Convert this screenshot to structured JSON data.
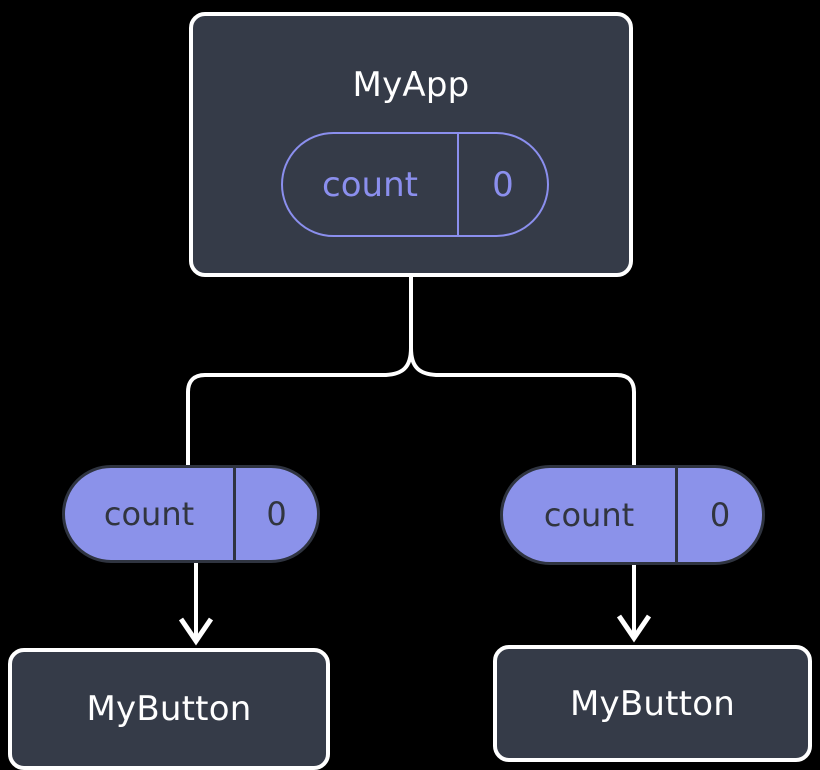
{
  "diagram": {
    "type": "component-tree",
    "background_color": "#000000",
    "colors": {
      "node_fill": "#353b48",
      "node_border": "#ffffff",
      "accent_purple": "#8b8fee",
      "pill_fill": "#8b92ea",
      "pill_text": "#31353f",
      "edge_color": "#ffffff"
    },
    "root": {
      "label": "MyApp",
      "state": {
        "key": "count",
        "value": "0"
      }
    },
    "children": [
      {
        "label": "MyButton",
        "prop": {
          "key": "count",
          "value": "0"
        }
      },
      {
        "label": "MyButton",
        "prop": {
          "key": "count",
          "value": "0"
        }
      }
    ],
    "edges": [
      {
        "name": "root-to-branch-split",
        "from": "MyApp",
        "to": "branch-junction"
      },
      {
        "name": "branch-to-left-prop",
        "from": "branch-junction",
        "to": "left-prop-pill"
      },
      {
        "name": "branch-to-right-prop",
        "from": "branch-junction",
        "to": "right-prop-pill"
      },
      {
        "name": "left-prop-to-mybutton",
        "from": "left-prop-pill",
        "to": "MyButton",
        "arrow": true
      },
      {
        "name": "right-prop-to-mybutton",
        "from": "right-prop-pill",
        "to": "MyButton",
        "arrow": true
      }
    ]
  }
}
